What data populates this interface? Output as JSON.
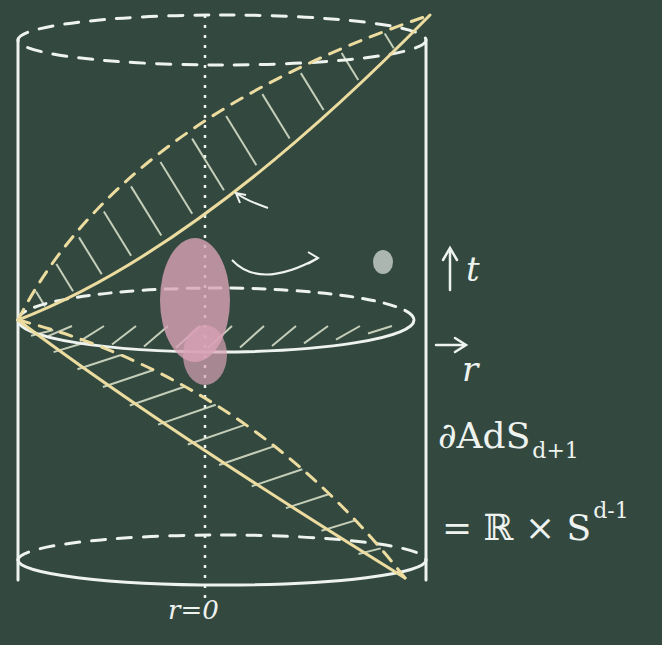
{
  "diagram": {
    "labels": [
      "t",
      "r",
      "r=0",
      "∂AdS",
      "d+1",
      "= ℝ × S",
      "d-1"
    ]
  }
}
